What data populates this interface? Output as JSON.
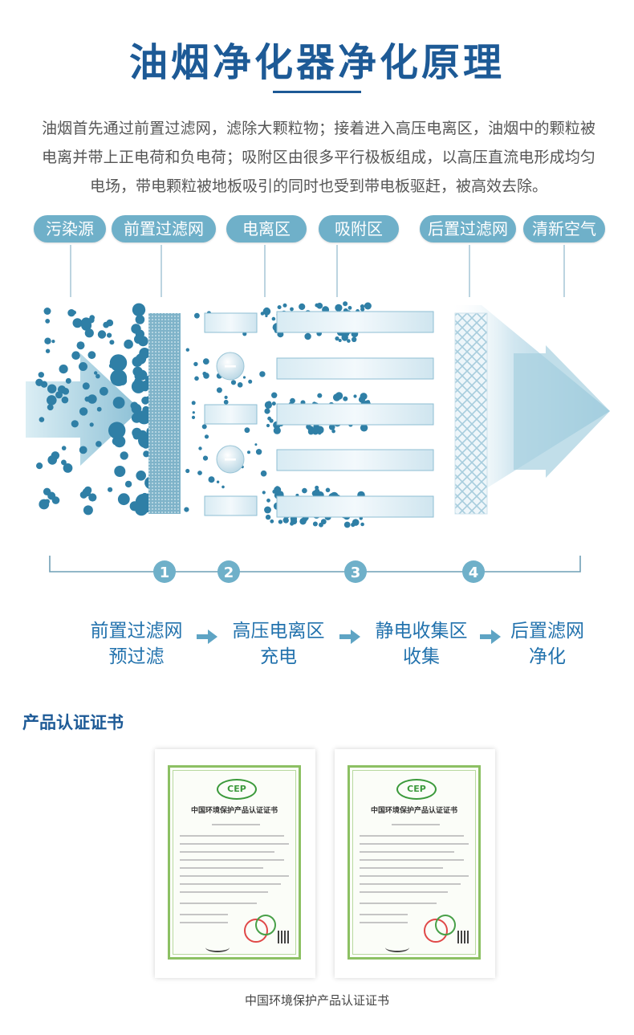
{
  "title": "油烟净化器净化原理",
  "intro": "油烟首先通过前置过滤网，滤除大颗粒物；接着进入高压电离区，油烟中的颗粒被电离并带上正电荷和负电荷；吸附区由很多平行极板组成，以高压直流电形成均匀电场，带电颗粒被地板吸引的同时也受到带电板驱赶，被高效去除。",
  "stages": [
    "污染源",
    "前置过滤网",
    "电离区",
    "吸附区",
    "后置过滤网",
    "清新空气"
  ],
  "step_numbers": [
    "1",
    "2",
    "3",
    "4"
  ],
  "ion_symbols": [
    "−",
    "−"
  ],
  "flow": [
    {
      "line1": "前置过滤网",
      "line2": "预过滤"
    },
    {
      "line1": "高压电离区",
      "line2": "充电"
    },
    {
      "line1": "静电收集区",
      "line2": "收集"
    },
    {
      "line1": "后置滤网",
      "line2": "净化"
    }
  ],
  "cert_heading": "产品认证证书",
  "certificates": [
    {
      "logo": "CEP",
      "title": "中国环境保护产品认证证书"
    },
    {
      "logo": "CEP",
      "title": "中国环境保护产品认证证书"
    }
  ],
  "cert_caption": "中国环境保护产品认证证书",
  "colors": {
    "brand": "#1d5a96",
    "stage_pill": "#6fb0c9",
    "flow_text": "#2272ad",
    "particle": "#2f7fa6",
    "cert_border": "#8cc063"
  },
  "icons": {
    "flow_arrow": "right-arrow-icon",
    "ion": "negative-charge-icon"
  }
}
